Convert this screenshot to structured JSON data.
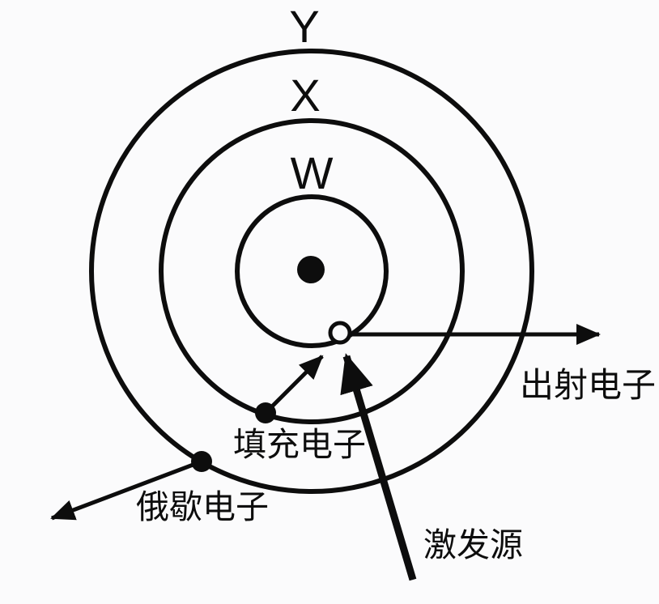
{
  "figure": {
    "shells": {
      "outer_label": "Y",
      "middle_label": "X",
      "inner_label": "W"
    },
    "annotations": {
      "emitted_electron": "出射电子",
      "filling_electron": "填充电子",
      "auger_electron": "俄歇电子",
      "excitation_source": "激发源"
    },
    "colors": {
      "ink": "#0d0d0d",
      "background": "#fbfbfc"
    }
  }
}
